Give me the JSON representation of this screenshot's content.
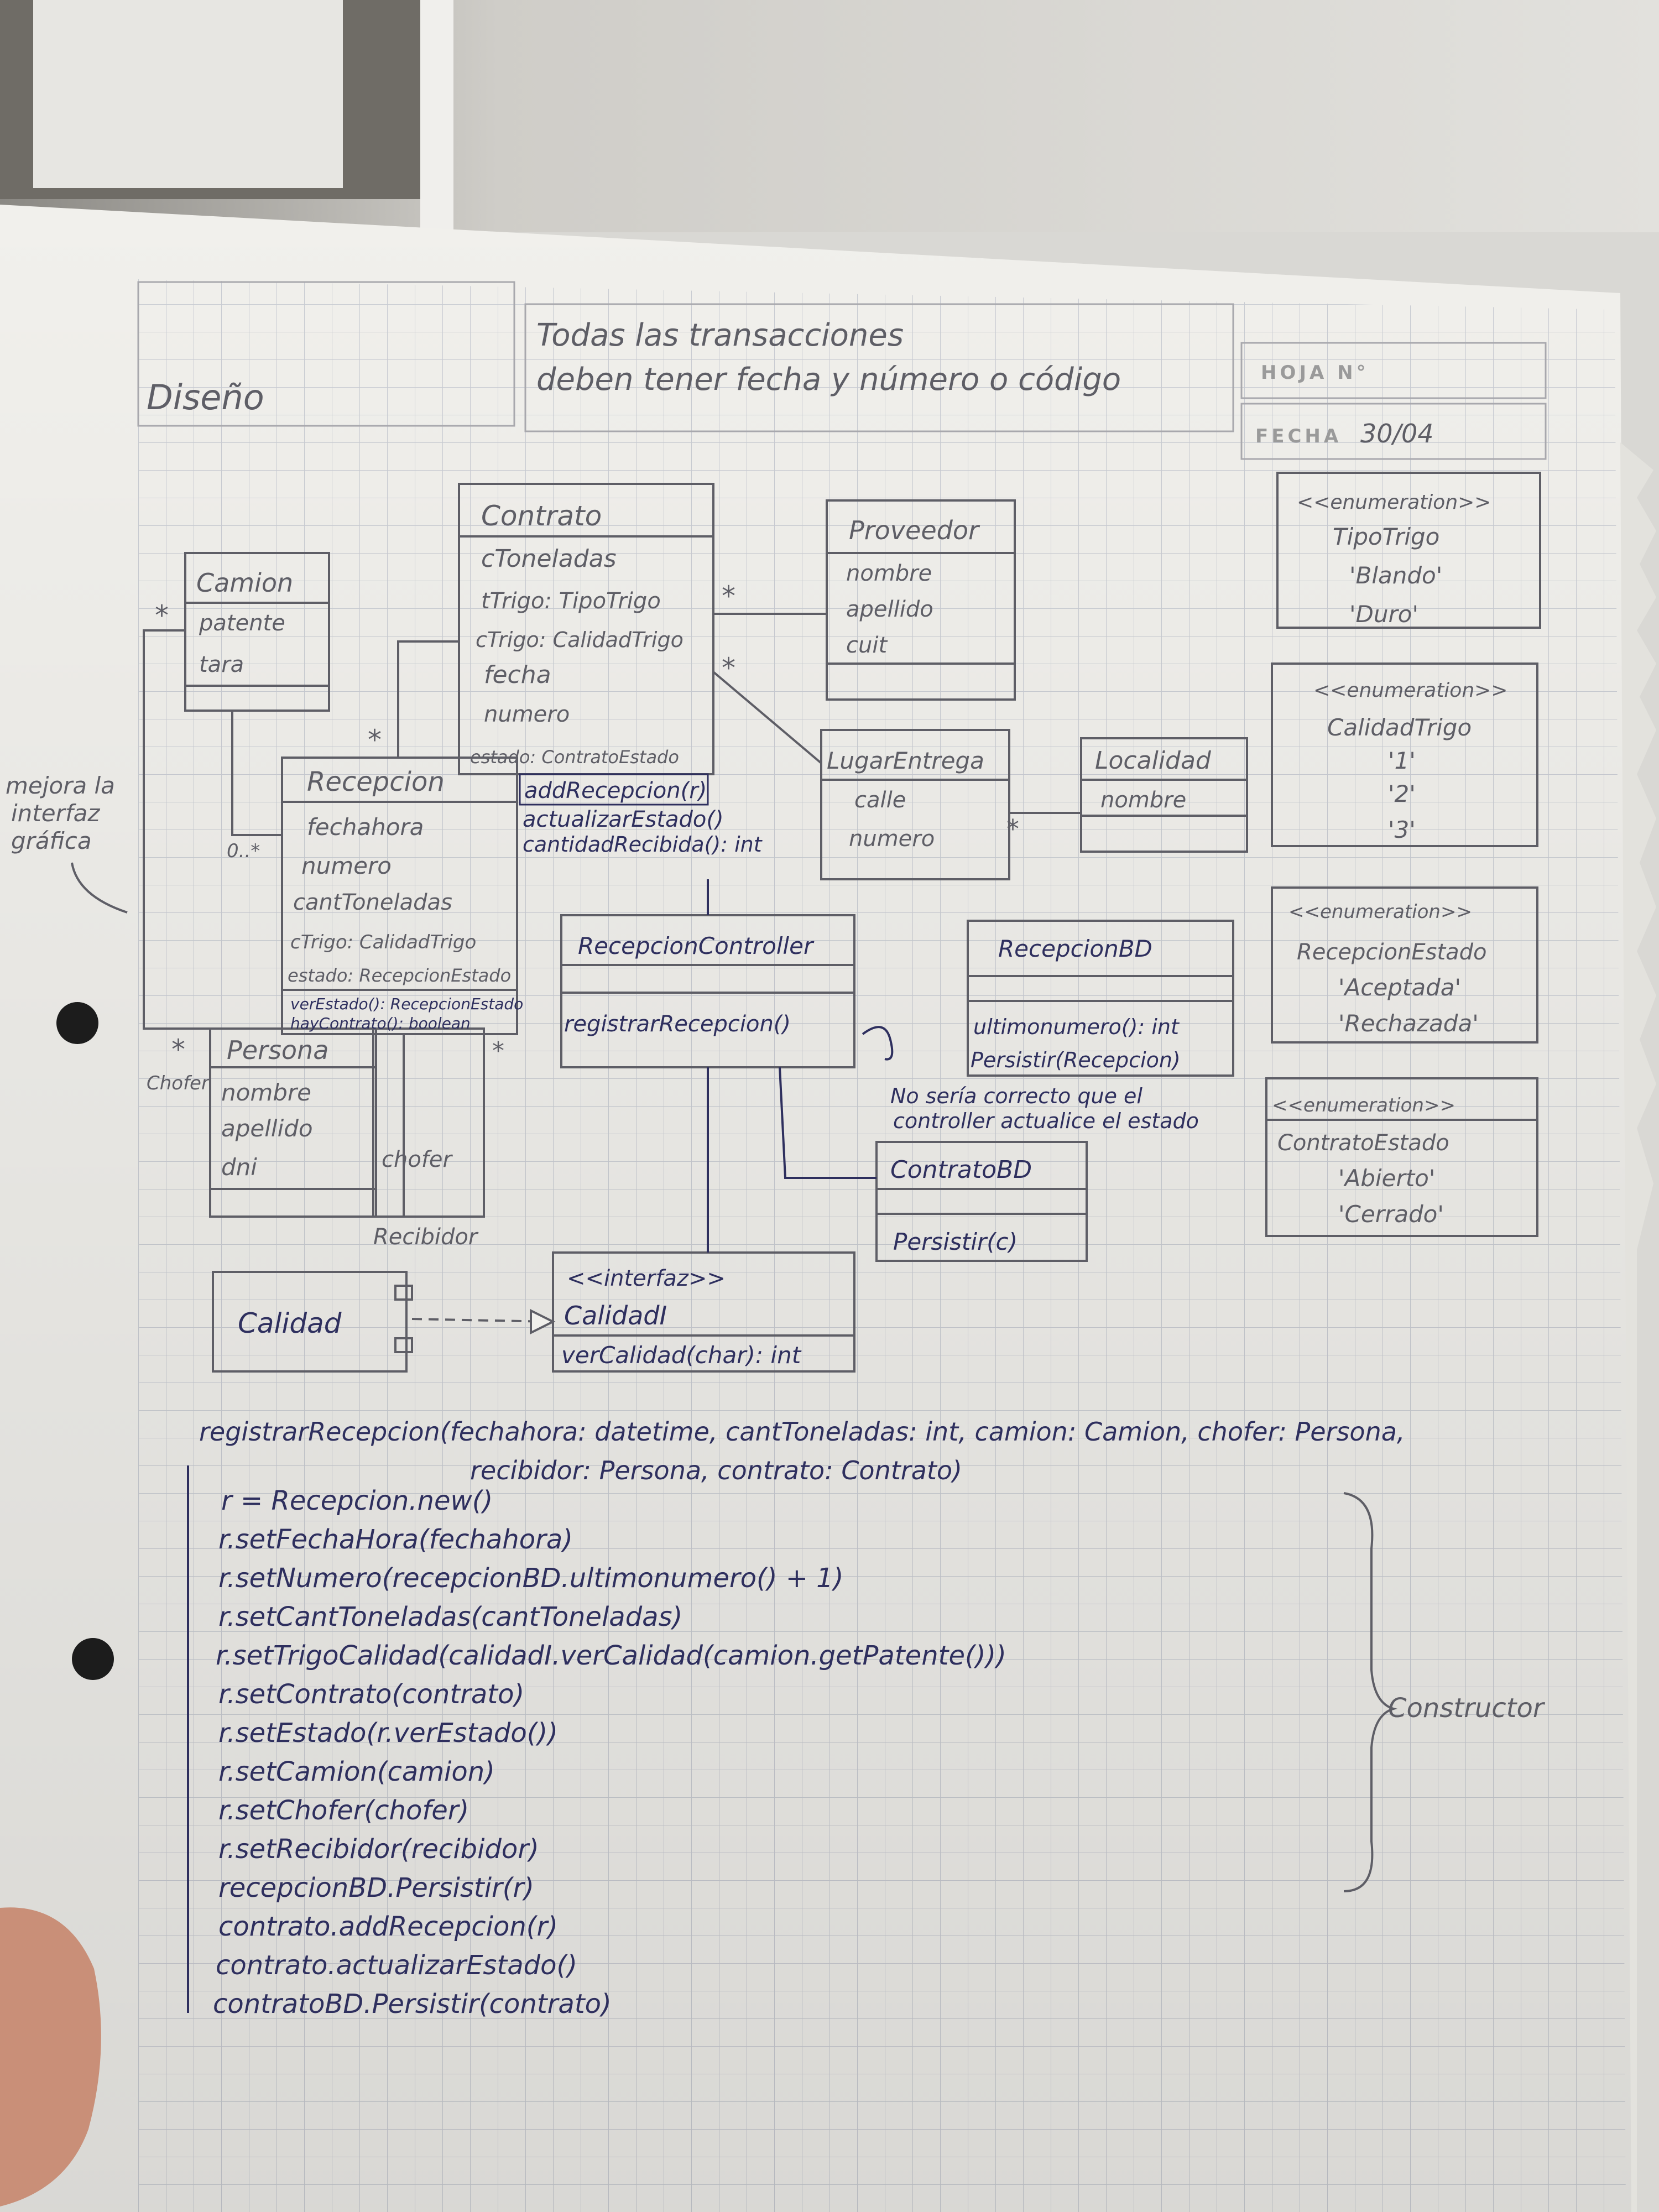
{
  "colors": {
    "paper": "#f1f0ec",
    "grid": "#c9ccd3",
    "ink": "#2e2f5e",
    "pencil": "#5e5e66",
    "wall": "#d9d8d4"
  },
  "header": {
    "section": "Diseño",
    "note_line1": "Todas las transacciones",
    "note_line2": "deben tener fecha y número o código",
    "hoja_label": "HOJA N°",
    "fecha_label": "FECHA",
    "fecha_value": "30/04"
  },
  "side_note": [
    "mejora la",
    "interfaz",
    "gráfica"
  ],
  "classes": {
    "camion": {
      "name": "Camion",
      "attrs": [
        "patente",
        "tara"
      ]
    },
    "contrato": {
      "name": "Contrato",
      "attrs": [
        "cToneladas",
        "tTrigo: TipoTrigo",
        "cTrigo: CalidadTrigo",
        "fecha",
        "numero",
        "estado: ContratoEstado"
      ],
      "methods": [
        "addRecepcion(r)",
        "actualizarEstado()",
        "cantidadRecibida(): int"
      ]
    },
    "proveedor": {
      "name": "Proveedor",
      "attrs": [
        "nombre",
        "apellido",
        "cuit"
      ]
    },
    "lugar": {
      "name": "LugarEntrega",
      "attrs": [
        "calle",
        "numero"
      ]
    },
    "localidad": {
      "name": "Localidad",
      "attrs": [
        "nombre"
      ]
    },
    "recepcion": {
      "name": "Recepcion",
      "attrs": [
        "fechahora",
        "numero",
        "cantToneladas",
        "cTrigo: CalidadTrigo",
        "estado: RecepcionEstado"
      ],
      "methods": [
        "verEstado(): RecepcionEstado",
        "hayContrato(): boolean"
      ]
    },
    "persona": {
      "name": "Persona",
      "attrs": [
        "nombre",
        "apellido",
        "dni"
      ]
    },
    "controller": {
      "name": "RecepcionController",
      "methods": [
        "registrarRecepcion()"
      ]
    },
    "recepcionbd": {
      "name": "RecepcionBD",
      "methods": [
        "ultimonumero(): int",
        "Persistir(Recepcion)"
      ]
    },
    "contratobd": {
      "name": "ContratoBD",
      "methods": [
        "Persistir(c)"
      ]
    },
    "calidad": {
      "name": "Calidad"
    },
    "calidadI": {
      "stereotype": "<<interfaz>>",
      "name": "CalidadI",
      "methods": [
        "verCalidad(char): int"
      ]
    }
  },
  "enums": [
    {
      "stereotype": "<<enumeration>>",
      "name": "TipoTrigo",
      "values": [
        "'Blando'",
        "'Duro'"
      ]
    },
    {
      "stereotype": "<<enumeration>>",
      "name": "CalidadTrigo",
      "values": [
        "'1'",
        "'2'",
        "'3'"
      ]
    },
    {
      "stereotype": "<<enumeration>>",
      "name": "RecepcionEstado",
      "values": [
        "'Aceptada'",
        "'Rechazada'"
      ]
    },
    {
      "stereotype": "<<enumeration>>",
      "name": "ContratoEstado",
      "values": [
        "'Abierto'",
        "'Cerrado'"
      ]
    }
  ],
  "labels": {
    "star": "*",
    "zero_many": "0..*",
    "chofer_role": "Chofer",
    "chofer_box": "chofer",
    "recibidor": "Recibidor",
    "controller_note_1": "No sería correcto que el",
    "controller_note_2": "controller actualice el estado",
    "constructor": "Constructor"
  },
  "code": {
    "signature_1": "registrarRecepcion(fechahora: datetime, cantToneladas: int, camion: Camion, chofer: Persona,",
    "signature_2": "recibidor: Persona, contrato: Contrato)",
    "lines": [
      "r = Recepcion.new()",
      "r.setFechaHora(fechahora)",
      "r.setNumero(recepcionBD.ultimonumero() + 1)",
      "r.setCantToneladas(cantToneladas)",
      "r.setTrigoCalidad(calidadI.verCalidad(camion.getPatente()))",
      "r.setContrato(contrato)",
      "r.setEstado(r.verEstado())",
      "r.setCamion(camion)",
      "r.setChofer(chofer)",
      "r.setRecibidor(recibidor)",
      "recepcionBD.Persistir(r)",
      "contrato.addRecepcion(r)",
      "contrato.actualizarEstado()",
      "contratoBD.Persistir(contrato)"
    ]
  }
}
